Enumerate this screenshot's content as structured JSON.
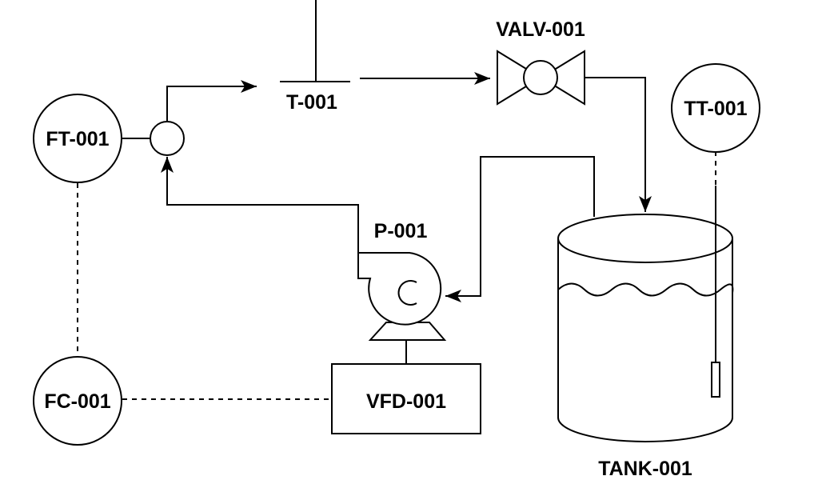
{
  "diagram": {
    "instruments": {
      "ft": "FT-001",
      "fc": "FC-001",
      "tt": "TT-001"
    },
    "equipment": {
      "tee": "T-001",
      "valve": "VALV-001",
      "pump": "P-001",
      "vfd": "VFD-001",
      "tank": "TANK-001"
    }
  }
}
